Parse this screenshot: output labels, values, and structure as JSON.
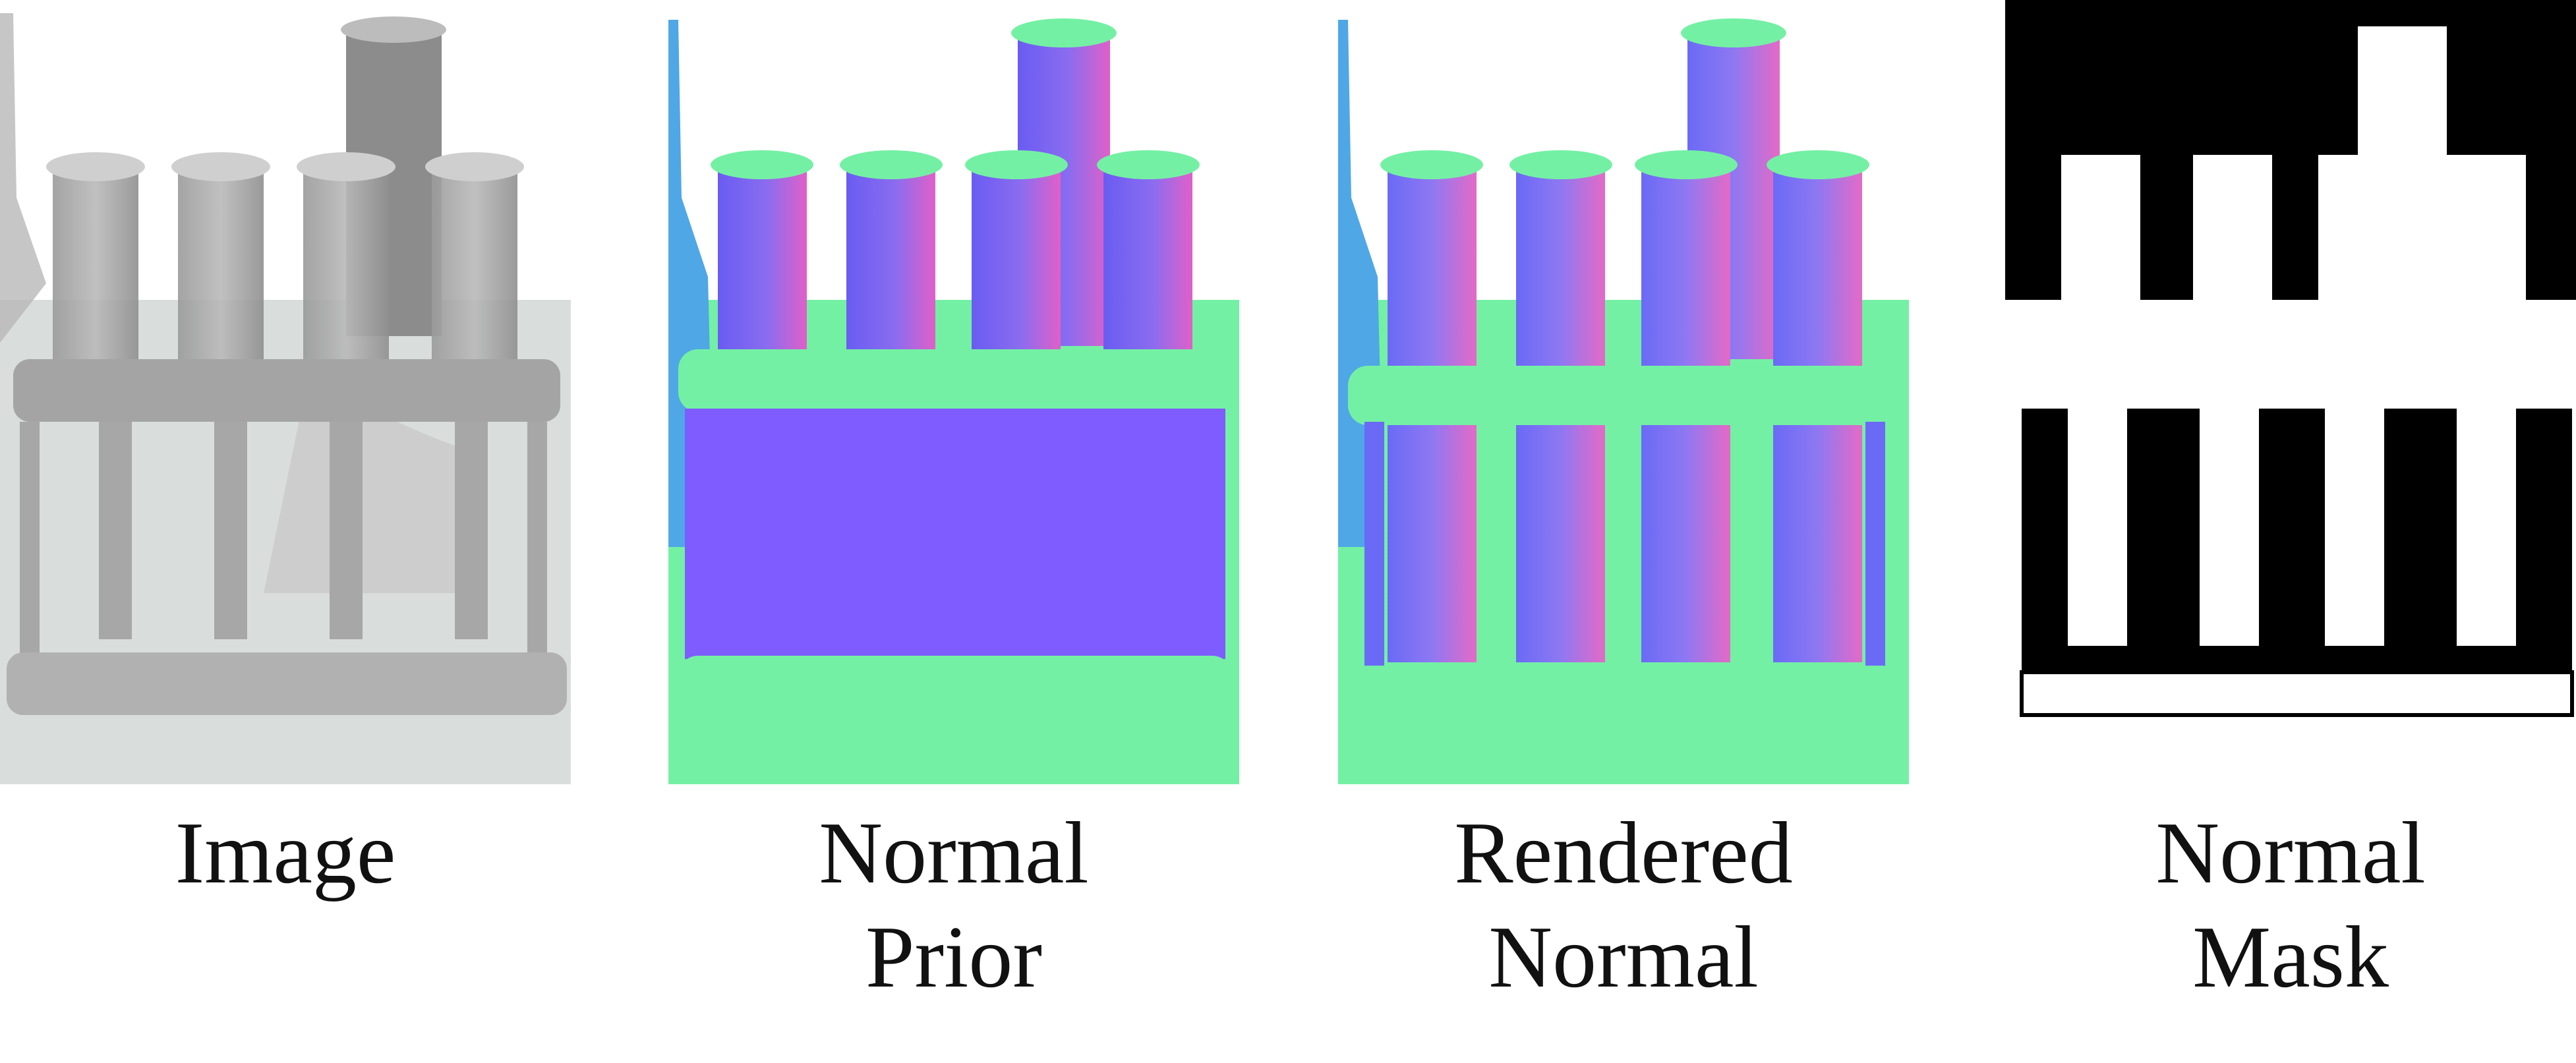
{
  "figure": {
    "panels": [
      {
        "id": "image",
        "caption_lines": [
          "Image"
        ]
      },
      {
        "id": "normal-prior",
        "caption_lines": [
          "Normal",
          "Prior"
        ]
      },
      {
        "id": "rendered-normal",
        "caption_lines": [
          "Rendered",
          "Normal"
        ]
      },
      {
        "id": "normal-mask",
        "caption_lines": [
          "Normal",
          "Mask"
        ]
      }
    ]
  },
  "colors": {
    "background": "#ffffff",
    "photo_glass": "#a9a9a9",
    "photo_floor": "#d9dddc",
    "normal_green": "#74f0a4",
    "normal_blue": "#6a5cf2",
    "normal_pink": "#e060c8",
    "normal_violet": "#7f5cff",
    "mask_black": "#000000",
    "mask_white": "#ffffff"
  }
}
